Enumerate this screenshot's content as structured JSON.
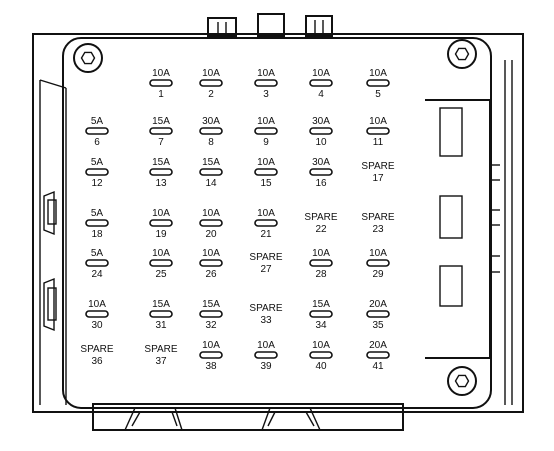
{
  "fuses": [
    {
      "number": "1",
      "rating": "10A"
    },
    {
      "number": "2",
      "rating": "10A"
    },
    {
      "number": "3",
      "rating": "10A"
    },
    {
      "number": "4",
      "rating": "10A"
    },
    {
      "number": "5",
      "rating": "10A"
    },
    {
      "number": "6",
      "rating": "5A"
    },
    {
      "number": "7",
      "rating": "15A"
    },
    {
      "number": "8",
      "rating": "30A"
    },
    {
      "number": "9",
      "rating": "10A"
    },
    {
      "number": "10",
      "rating": "30A"
    },
    {
      "number": "11",
      "rating": "10A"
    },
    {
      "number": "12",
      "rating": "5A"
    },
    {
      "number": "13",
      "rating": "15A"
    },
    {
      "number": "14",
      "rating": "15A"
    },
    {
      "number": "15",
      "rating": "10A"
    },
    {
      "number": "16",
      "rating": "30A"
    },
    {
      "number": "17",
      "rating": "SPARE"
    },
    {
      "number": "18",
      "rating": "5A"
    },
    {
      "number": "19",
      "rating": "10A"
    },
    {
      "number": "20",
      "rating": "10A"
    },
    {
      "number": "21",
      "rating": "10A"
    },
    {
      "number": "22",
      "rating": "SPARE"
    },
    {
      "number": "23",
      "rating": "SPARE"
    },
    {
      "number": "24",
      "rating": "5A"
    },
    {
      "number": "25",
      "rating": "10A"
    },
    {
      "number": "26",
      "rating": "10A"
    },
    {
      "number": "27",
      "rating": "SPARE"
    },
    {
      "number": "28",
      "rating": "10A"
    },
    {
      "number": "29",
      "rating": "10A"
    },
    {
      "number": "30",
      "rating": "10A"
    },
    {
      "number": "31",
      "rating": "15A"
    },
    {
      "number": "32",
      "rating": "15A"
    },
    {
      "number": "33",
      "rating": "SPARE"
    },
    {
      "number": "34",
      "rating": "15A"
    },
    {
      "number": "35",
      "rating": "20A"
    },
    {
      "number": "36",
      "rating": "SPARE"
    },
    {
      "number": "37",
      "rating": "SPARE"
    },
    {
      "number": "38",
      "rating": "10A"
    },
    {
      "number": "39",
      "rating": "10A"
    },
    {
      "number": "40",
      "rating": "10A"
    },
    {
      "number": "41",
      "rating": "20A"
    }
  ]
}
